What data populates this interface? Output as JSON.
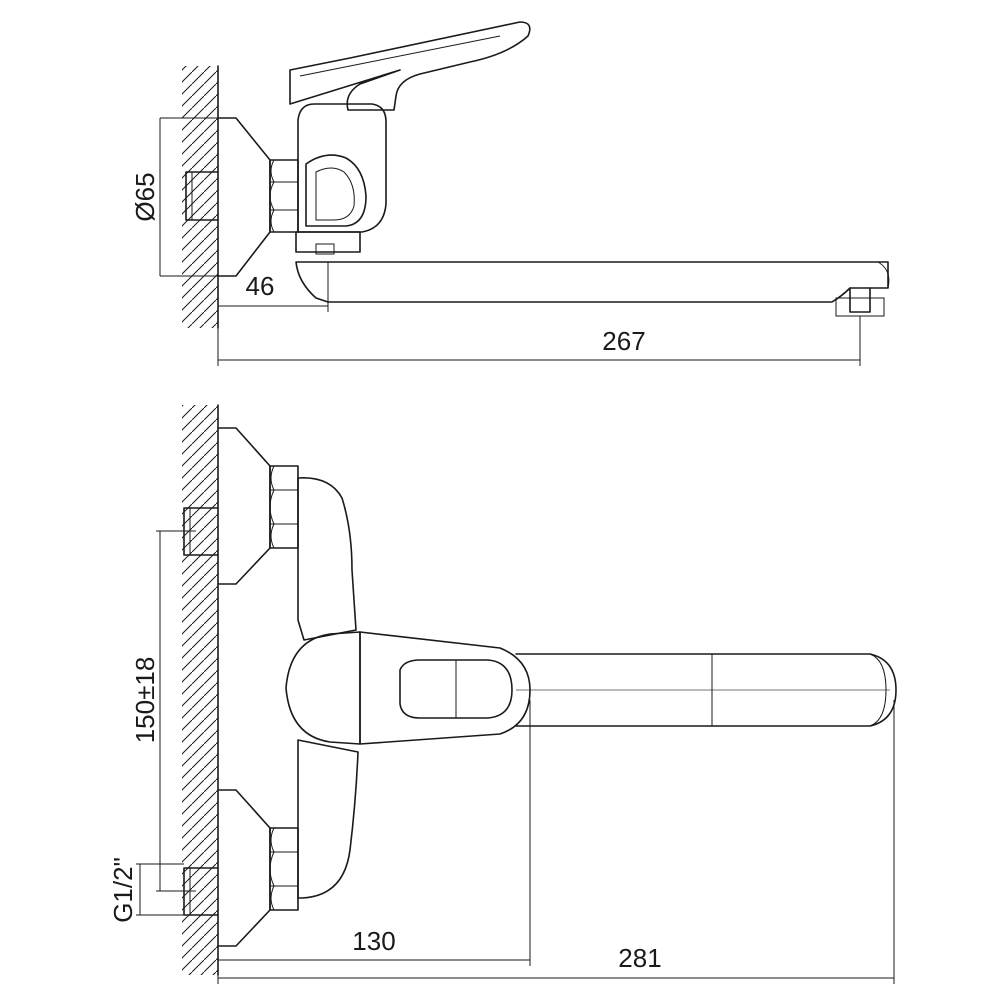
{
  "dimensions": {
    "diameter": "Ø65",
    "wall_offset": "46",
    "spout_reach_top": "267",
    "spacing": "150±18",
    "thread": "G1/2\"",
    "body_reach": "130",
    "total_reach": "281"
  }
}
